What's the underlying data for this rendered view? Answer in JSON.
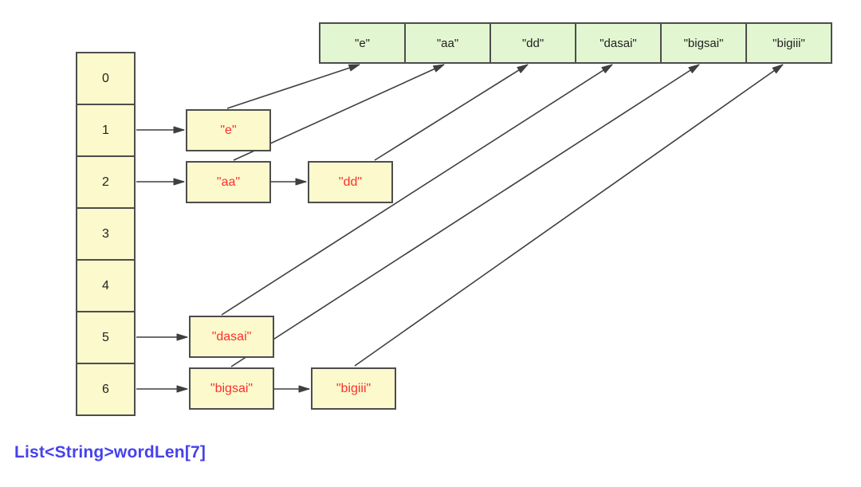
{
  "caption": {
    "text": "List<String>wordLen[7]"
  },
  "top_array": {
    "cells": [
      "\"e\"",
      "\"aa\"",
      "\"dd\"",
      "\"dasai\"",
      "\"bigsai\"",
      "\"bigiii\""
    ]
  },
  "index_array": {
    "cells": [
      "0",
      "1",
      "2",
      "3",
      "4",
      "5",
      "6"
    ]
  },
  "nodes": {
    "e": {
      "label": "\"e\""
    },
    "aa": {
      "label": "\"aa\""
    },
    "dd": {
      "label": "\"dd\""
    },
    "dasai": {
      "label": "\"dasai\""
    },
    "bigsai": {
      "label": "\"bigsai\""
    },
    "bigiii": {
      "label": "\"bigiii\""
    }
  },
  "links": [
    {
      "from": "bucket-1",
      "to": "node-e"
    },
    {
      "from": "bucket-2",
      "to": "node-aa"
    },
    {
      "from": "node-aa",
      "to": "node-dd"
    },
    {
      "from": "bucket-5",
      "to": "node-dasai"
    },
    {
      "from": "bucket-6",
      "to": "node-bigsai"
    },
    {
      "from": "node-bigsai",
      "to": "node-bigiii"
    },
    {
      "from": "node-e",
      "to": "pool-e"
    },
    {
      "from": "node-aa",
      "to": "pool-aa"
    },
    {
      "from": "node-dd",
      "to": "pool-dd"
    },
    {
      "from": "node-dasai",
      "to": "pool-dasai"
    },
    {
      "from": "node-bigsai",
      "to": "pool-bigsai"
    },
    {
      "from": "node-bigiii",
      "to": "pool-bigiii"
    }
  ],
  "colors": {
    "bucket_fill": "#fcf9cc",
    "pool_fill": "#e2f7d1",
    "box_border": "#4d4d4d",
    "node_text": "#fb2f2f",
    "caption_color": "#4642ec",
    "arrow_color": "#3f3f3f"
  }
}
